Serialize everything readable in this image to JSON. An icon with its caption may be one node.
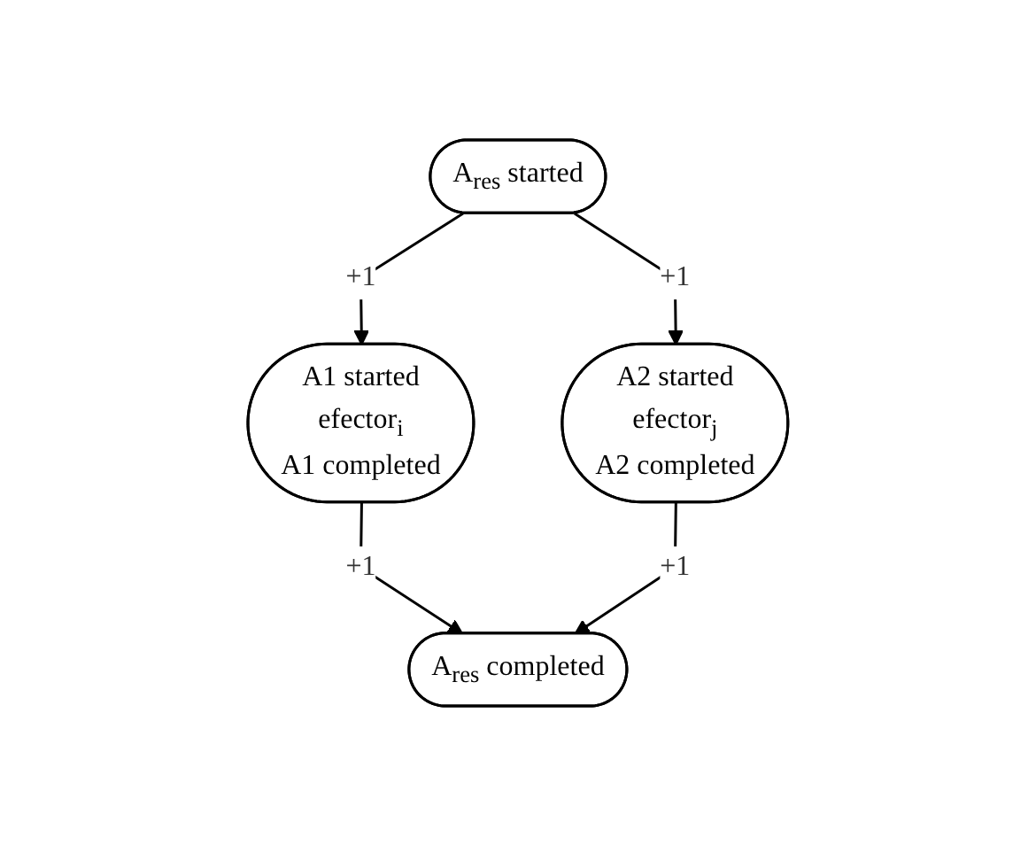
{
  "diagram": {
    "nodes": [
      {
        "text": [
          "A$_{res}$ started"
        ]
      },
      {
        "text": [
          "A1 started",
          "efector$_{i}$",
          "A1 completed"
        ]
      },
      {
        "text": [
          "A2 started",
          "efector$_{j}$",
          "A2 completed"
        ]
      },
      {
        "text": [
          "A$_{res}$ completed"
        ]
      }
    ],
    "edges": [
      {
        "from": 0,
        "to": 1,
        "arrow": "to",
        "label": "+1"
      },
      {
        "from": 0,
        "to": 2,
        "arrow": "to",
        "label": "+1"
      },
      {
        "from": 1,
        "to": 3,
        "arrow": "to",
        "label": "+1"
      },
      {
        "from": 2,
        "to": 3,
        "arrow": "to",
        "label": "+1"
      }
    ]
  }
}
